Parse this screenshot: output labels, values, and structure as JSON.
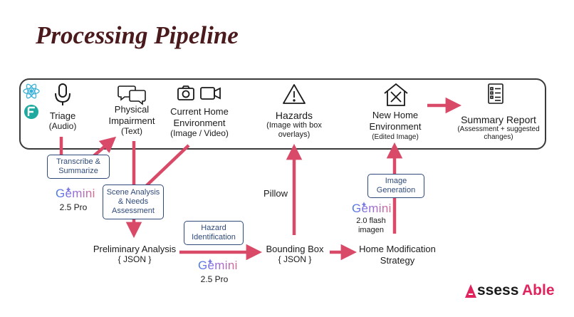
{
  "title": "Processing Pipeline",
  "colors": {
    "arrow": "#d94a68",
    "tag_border": "#2f4a7a",
    "title": "#4a1a1c",
    "brand_accent": "#e0245e"
  },
  "nodes": {
    "triage": {
      "title": "Triage",
      "sub": "(Audio)",
      "icon": "microphone-icon"
    },
    "physical": {
      "title": "Physical Impairment",
      "sub": "(Text)",
      "icon": "chat-bubbles-icon"
    },
    "current_env": {
      "title": "Current Home Environment",
      "sub": "(Image / Video)",
      "icon": "camera-video-icon"
    },
    "hazards": {
      "title": "Hazards",
      "sub": "(Image with box overlays)",
      "icon": "warning-icon"
    },
    "new_env": {
      "title": "New Home Environment",
      "sub": "(Edited Image)",
      "icon": "house-edit-icon"
    },
    "summary": {
      "title": "Summary Report",
      "sub": "(Assessment + suggested changes)",
      "icon": "report-icon"
    },
    "preliminary": {
      "title": "Preliminary Analysis",
      "sub": "{ JSON }"
    },
    "bbox": {
      "title": "Bounding Box",
      "sub": "{ JSON }"
    },
    "strategy": {
      "title": "Home Modification Strategy"
    }
  },
  "tags": {
    "transcribe": "Transcribe & Summarize",
    "scene": "Scene Analysis & Needs Assessment",
    "hazard": "Hazard Identification",
    "imagegen": "Image Generation"
  },
  "models": {
    "gemini_name": "Gemini",
    "m1": "2.5 Pro",
    "m2": "2.5 Pro",
    "m3": "2.0 flash imagen"
  },
  "pillow": "Pillow",
  "brand": {
    "part1": "ssess",
    "part2": "Able",
    "mark": "A"
  },
  "side_icons": [
    "react-icon",
    "flutter-icon"
  ]
}
